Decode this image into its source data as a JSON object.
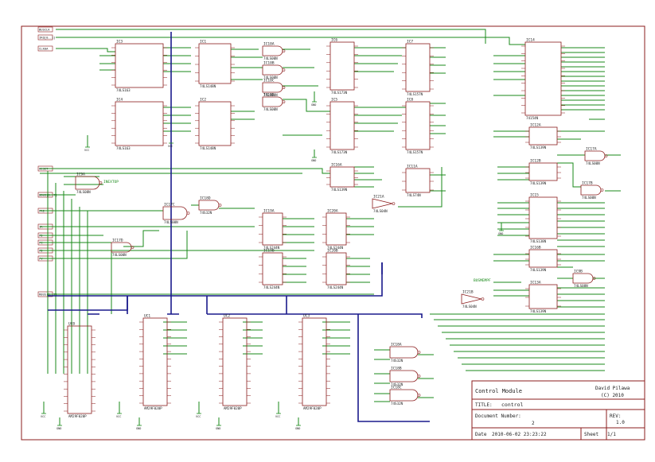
{
  "title_block": {
    "module": "Control Module",
    "author": "David Pilawa",
    "copyright": "(C) 2010",
    "title_label": "TITLE:",
    "title_value": "control",
    "rev_label": "REV:",
    "rev_value": "1.0",
    "docnum_label": "Document Number:",
    "docnum_value": "2",
    "date_label": "Date",
    "date_value": "2010-06-02 23:23:22",
    "sheet_label": "Sheet",
    "sheet_value": "1/1"
  },
  "ports_left": [
    "BUSCLK",
    "IRQ[0..1]",
    "CLK0A",
    "RESET",
    "DBUS[0..7]",
    "PRE",
    "IR",
    "PD",
    "PC",
    "FD",
    "FV",
    "RBUS[0..7]"
  ],
  "chips": [
    {
      "ref": "IC3",
      "part": "74LS163"
    },
    {
      "ref": "IC4",
      "part": "74LS163"
    },
    {
      "ref": "IC1",
      "part": "74LS148N"
    },
    {
      "ref": "IC2",
      "part": "74LS148N"
    },
    {
      "ref": "IC10A",
      "part": "74LS00N"
    },
    {
      "ref": "IC10B",
      "part": "74LS00N"
    },
    {
      "ref": "IC10C",
      "part": "74LS00N"
    },
    {
      "ref": "IC10D",
      "part": "74LS00N"
    },
    {
      "ref": "IC6",
      "part": "74LS173N"
    },
    {
      "ref": "IC5",
      "part": "74LS173N"
    },
    {
      "ref": "IC7",
      "part": "74LS157N"
    },
    {
      "ref": "IC8",
      "part": "74LS157N"
    },
    {
      "ref": "IC14",
      "part": "74154N"
    },
    {
      "ref": "IC9A",
      "part": "74LS08N"
    },
    {
      "ref": "IC16A",
      "part": "74LS139N"
    },
    {
      "ref": "IC11A",
      "part": "74LS74N"
    },
    {
      "ref": "IC21A",
      "part": "74LS04N"
    },
    {
      "ref": "IC17C",
      "part": "74LS00N"
    },
    {
      "ref": "IC18D",
      "part": "74S32N"
    },
    {
      "ref": "IC17D",
      "part": "74LS00N"
    },
    {
      "ref": "IC19A",
      "part": "74LS244N"
    },
    {
      "ref": "IC20A",
      "part": "74LS244N"
    },
    {
      "ref": "IC19B",
      "part": "74LS244N"
    },
    {
      "ref": "IC20B",
      "part": "74LS244N"
    },
    {
      "ref": "IC12A",
      "part": "74LS139N"
    },
    {
      "ref": "IC17A",
      "part": "74LS00N"
    },
    {
      "ref": "IC12B",
      "part": "74LS139N"
    },
    {
      "ref": "IC17B",
      "part": "74LS00N"
    },
    {
      "ref": "IC15",
      "part": "74LS138N"
    },
    {
      "ref": "IC16B",
      "part": "74LS139N"
    },
    {
      "ref": "IC9B",
      "part": "74LS08N"
    },
    {
      "ref": "IC13A",
      "part": "74LS139N"
    },
    {
      "ref": "IC21B",
      "part": "74LS04N"
    },
    {
      "ref": "UC0",
      "part": "AM29F020P"
    },
    {
      "ref": "UC1",
      "part": "AM29F020P"
    },
    {
      "ref": "UC2",
      "part": "AM29F020P"
    },
    {
      "ref": "UC3",
      "part": "AM29F020P"
    },
    {
      "ref": "IC18A",
      "part": "74S32N"
    },
    {
      "ref": "IC18B",
      "part": "74S32N"
    },
    {
      "ref": "IC18C",
      "part": "74S32N"
    }
  ],
  "net_labels": {
    "inextop": "INEXTOP",
    "busmem": "BUSMEMPF",
    "vcc": "VCC",
    "gnd": "GND"
  },
  "colors": {
    "wire": "#1a8a1a",
    "bus": "#1a1a8c",
    "part": "#8b1c1c",
    "frame": "#8b1c1c",
    "text": "#222222"
  }
}
